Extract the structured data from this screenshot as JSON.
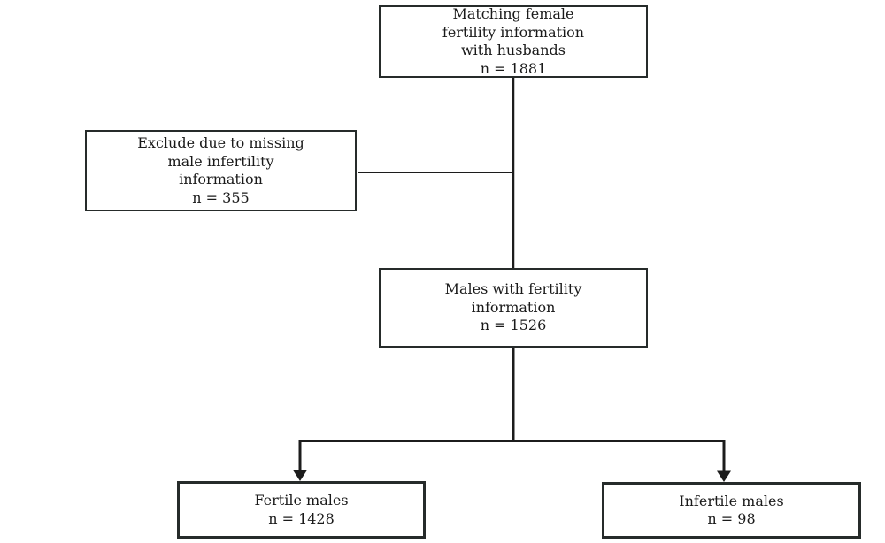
{
  "colors": {
    "line": "#1c1c1c",
    "box_border": "#262b2a",
    "text": "#1a1a1a",
    "background": "#ffffff"
  },
  "nodes": {
    "matching": {
      "label": "Matching female\nfertility information\nwith husbands",
      "n": "n = 1881"
    },
    "exclude": {
      "label": "Exclude due to missing\nmale infertility\ninformation",
      "n": "n = 355"
    },
    "males_with_info": {
      "label": "Males with fertility\ninformation",
      "n": "n = 1526"
    },
    "fertile": {
      "label": "Fertile males",
      "n": "n = 1428"
    },
    "infertile": {
      "label": "Infertile males",
      "n": "n = 98"
    }
  }
}
